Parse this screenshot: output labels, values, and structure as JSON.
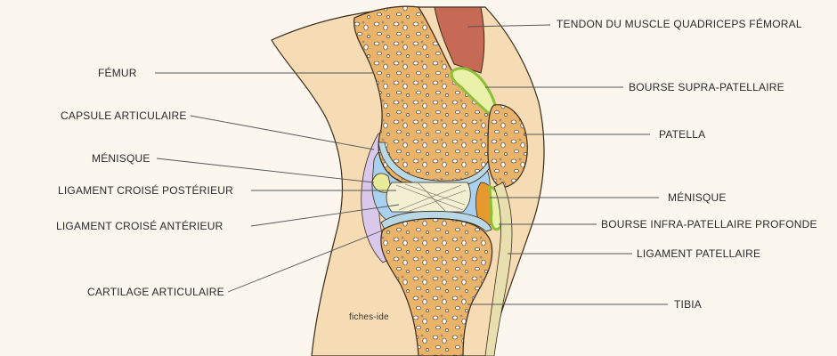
{
  "labels": {
    "quadriceps_tendon": "TENDON DU MUSCLE QUADRICEPS FÉMORAL",
    "femur": "FÉMUR",
    "suprapatellar_bursa": "BOURSE SUPRA-PATELLAIRE",
    "joint_capsule": "CAPSULE ARTICULAIRE",
    "patella": "PATELLA",
    "meniscus_left": "MÉNISQUE",
    "pcl": "LIGAMENT CROISÉ POSTÉRIEUR",
    "meniscus_right": "MÉNISQUE",
    "acl": "LIGAMENT CROISÉ ANTÉRIEUR",
    "deep_infrapatellar_bursa": "BOURSE INFRA-PATELLAIRE PROFONDE",
    "patellar_ligament": "LIGAMENT PATELLAIRE",
    "articular_cartilage": "CARTILAGE ARTICULAIRE",
    "tibia": "TIBIA"
  },
  "credit": "fiches-ide",
  "colors": {
    "background": "#fbf7ee",
    "skin": "#f6dcb4",
    "bone": "#e9b36a",
    "marrow": "#ffffff",
    "cartilage": "#b9d8e6",
    "meniscus": "#e8ec9a",
    "synovial": "#a9d0ef",
    "capsule": "#d9c8ea",
    "tendon": "#c76a55",
    "bursa_outline": "#8fbe3a",
    "bursa_fill": "#e9f2a8",
    "infrapatellar_fat": "#e69a2e",
    "ligament": "#f2efd2",
    "leader_line": "#555555"
  }
}
